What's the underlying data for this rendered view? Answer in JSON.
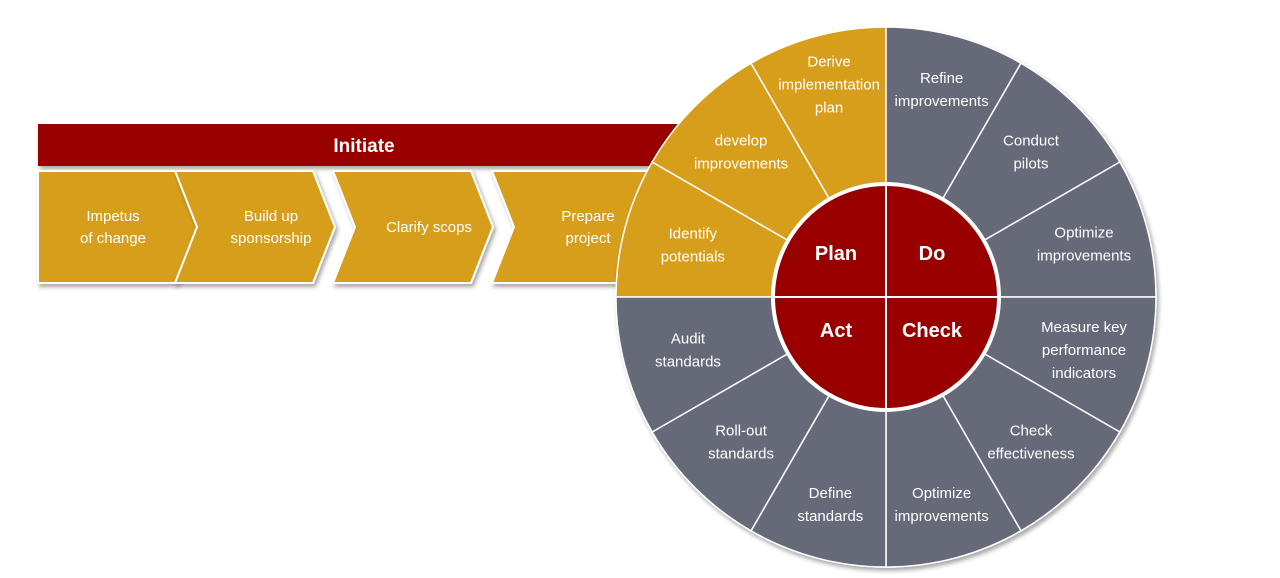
{
  "banner": {
    "label": "Initiate",
    "color": "#990000"
  },
  "colors": {
    "plan": "#D79E1E",
    "other": "#666B78",
    "core": "#990000",
    "line": "#FFFFFF"
  },
  "chevrons": [
    {
      "lines": [
        "Impetus",
        "of change"
      ]
    },
    {
      "lines": [
        "Build up",
        "sponsorship"
      ]
    },
    {
      "lines": [
        "Clarify scops"
      ]
    },
    {
      "lines": [
        "Prepare",
        "project"
      ]
    }
  ],
  "core": {
    "plan": "Plan",
    "do": "Do",
    "check": "Check",
    "act": "Act"
  },
  "segments": [
    {
      "phase": "plan",
      "lines": [
        "Identify",
        "potentials"
      ]
    },
    {
      "phase": "plan",
      "lines": [
        "develop",
        "improvements"
      ]
    },
    {
      "phase": "plan",
      "lines": [
        "Derive",
        "implementation",
        "plan"
      ]
    },
    {
      "phase": "do",
      "lines": [
        "Refine",
        "improvements"
      ]
    },
    {
      "phase": "do",
      "lines": [
        "Conduct",
        "pilots"
      ]
    },
    {
      "phase": "do",
      "lines": [
        "Optimize",
        "improvements"
      ]
    },
    {
      "phase": "check",
      "lines": [
        "Measure key",
        "performance",
        "indicators"
      ]
    },
    {
      "phase": "check",
      "lines": [
        "Check",
        "effectiveness"
      ]
    },
    {
      "phase": "check",
      "lines": [
        "Optimize",
        "improvements"
      ]
    },
    {
      "phase": "act",
      "lines": [
        "Define",
        "standards"
      ]
    },
    {
      "phase": "act",
      "lines": [
        "Roll-out",
        "standards"
      ]
    },
    {
      "phase": "act",
      "lines": [
        "Audit",
        "standards"
      ]
    }
  ]
}
